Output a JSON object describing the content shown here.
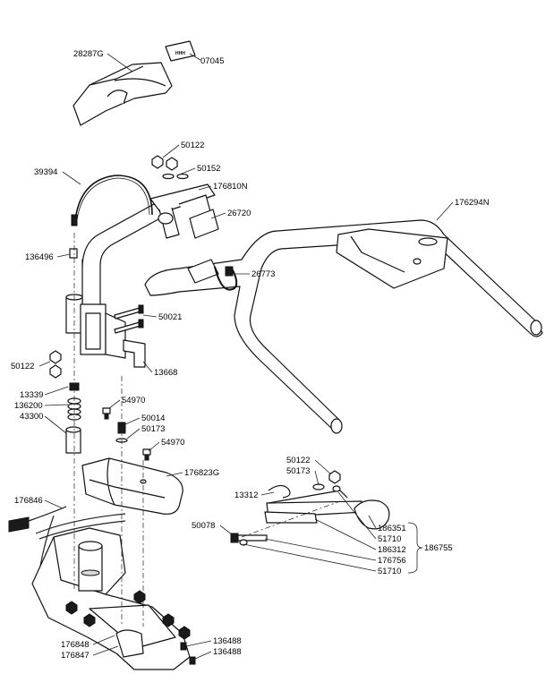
{
  "callouts": {
    "c_28287G": "28287G",
    "c_07045": "07045",
    "c_50122_top": "50122",
    "c_50152": "50152",
    "c_39394": "39394",
    "c_176810N": "176810N",
    "c_26720": "26720",
    "c_176294N": "176294N",
    "c_136496": "136496",
    "c_26773": "26773",
    "c_50021": "50021",
    "c_50122_left": "50122",
    "c_13668": "13668",
    "c_13339": "13339",
    "c_136200": "136200",
    "c_43300": "43300",
    "c_54970_a": "54970",
    "c_50014": "50014",
    "c_50173_a": "50173",
    "c_54970_b": "54970",
    "c_176823G": "176823G",
    "c_50122_right": "50122",
    "c_50173_b": "50173",
    "c_13312": "13312",
    "c_176846": "176846",
    "c_50078": "50078",
    "c_186351": "186351",
    "c_51710_a": "51710",
    "c_186312": "186312",
    "c_176756": "176756",
    "c_51710_b": "51710",
    "c_186755": "186755",
    "c_176848": "176848",
    "c_176847": "176847",
    "c_136488_a": "136488",
    "c_136488_b": "136488"
  },
  "decal_text": "HHH"
}
